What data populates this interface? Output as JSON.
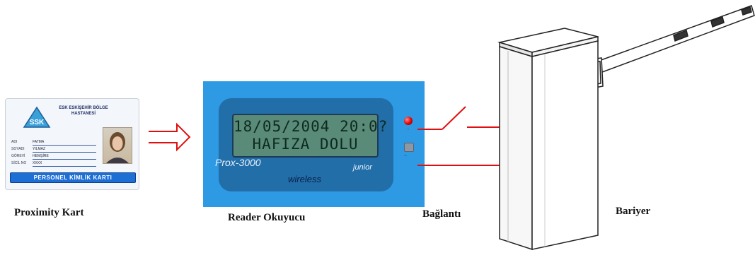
{
  "card": {
    "org_line1": "ESK ESKİŞEHİR BÖLGE",
    "org_line2": "HASTANESİ",
    "fields": [
      {
        "label": "ADI",
        "value": "FATMA"
      },
      {
        "label": "SOYADI",
        "value": "YILMAZ"
      },
      {
        "label": "GÖREVİ",
        "value": "HEMŞİRE"
      },
      {
        "label": "SİCİL NO",
        "value": "XXXX"
      }
    ],
    "bottom_band": "PERSONEL KİMLİK KARTI"
  },
  "reader": {
    "lcd_line1": "18/05/2004 20:0?",
    "lcd_line2": "HAFIZA DOLU",
    "model": "Prox-3000",
    "subtitle": "wireless",
    "brand": "junior"
  },
  "labels": {
    "card": "Proximity Kart",
    "reader": "Reader Okuyucu",
    "connection": "Bağlantı",
    "barrier": "Bariyer"
  },
  "colors": {
    "arrow": "#e01010",
    "reader_body": "#2e9ae3",
    "wire": "#e01010"
  }
}
